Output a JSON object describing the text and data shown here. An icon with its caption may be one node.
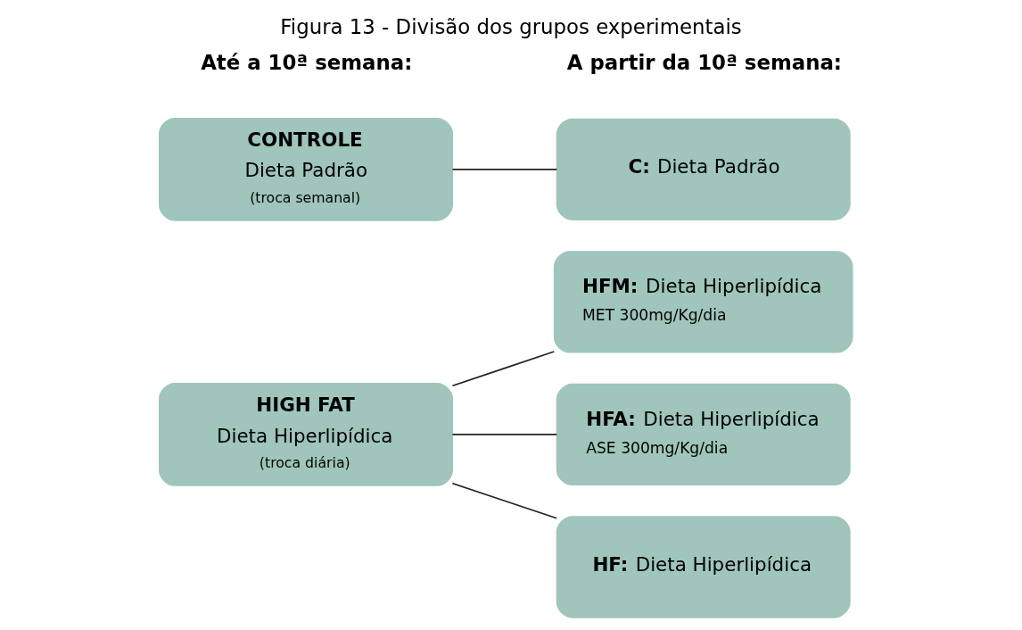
{
  "diagram": {
    "title": "Figura 13 - Divisão dos grupos experimentais",
    "nodes": [
      {
        "text": [
          "CONTROLE",
          "Dieta Padrão",
          "(troca semanal)"
        ]
      },
      {
        "text": [
          "**C:** Dieta Padrão"
        ]
      },
      {
        "text": [
          "HIGH FAT",
          "Dieta Hiperlipídica",
          "(troca diária)"
        ]
      },
      {
        "text": [
          "**HF:** Dieta Hiperlipídica"
        ]
      },
      {
        "text": [
          "**HFA:** Dieta Hiperlipídica",
          "ASE 300mg/Kg/dia"
        ]
      },
      {
        "text": [
          "**HFM:** Dieta Hiperlipídica",
          "MET 300mg/Kg/dia"
        ]
      }
    ],
    "edges": [
      {
        "from": 0,
        "to": 1,
        "arrow": "none"
      },
      {
        "from": 2,
        "to": 3,
        "arrow": "none"
      },
      {
        "from": 2,
        "to": 4,
        "arrow": "none"
      },
      {
        "from": 2,
        "to": 5,
        "arrow": "none"
      }
    ],
    "labels": [
      "Até a 10ª semana:",
      "A partir da 10ª semana:"
    ]
  }
}
